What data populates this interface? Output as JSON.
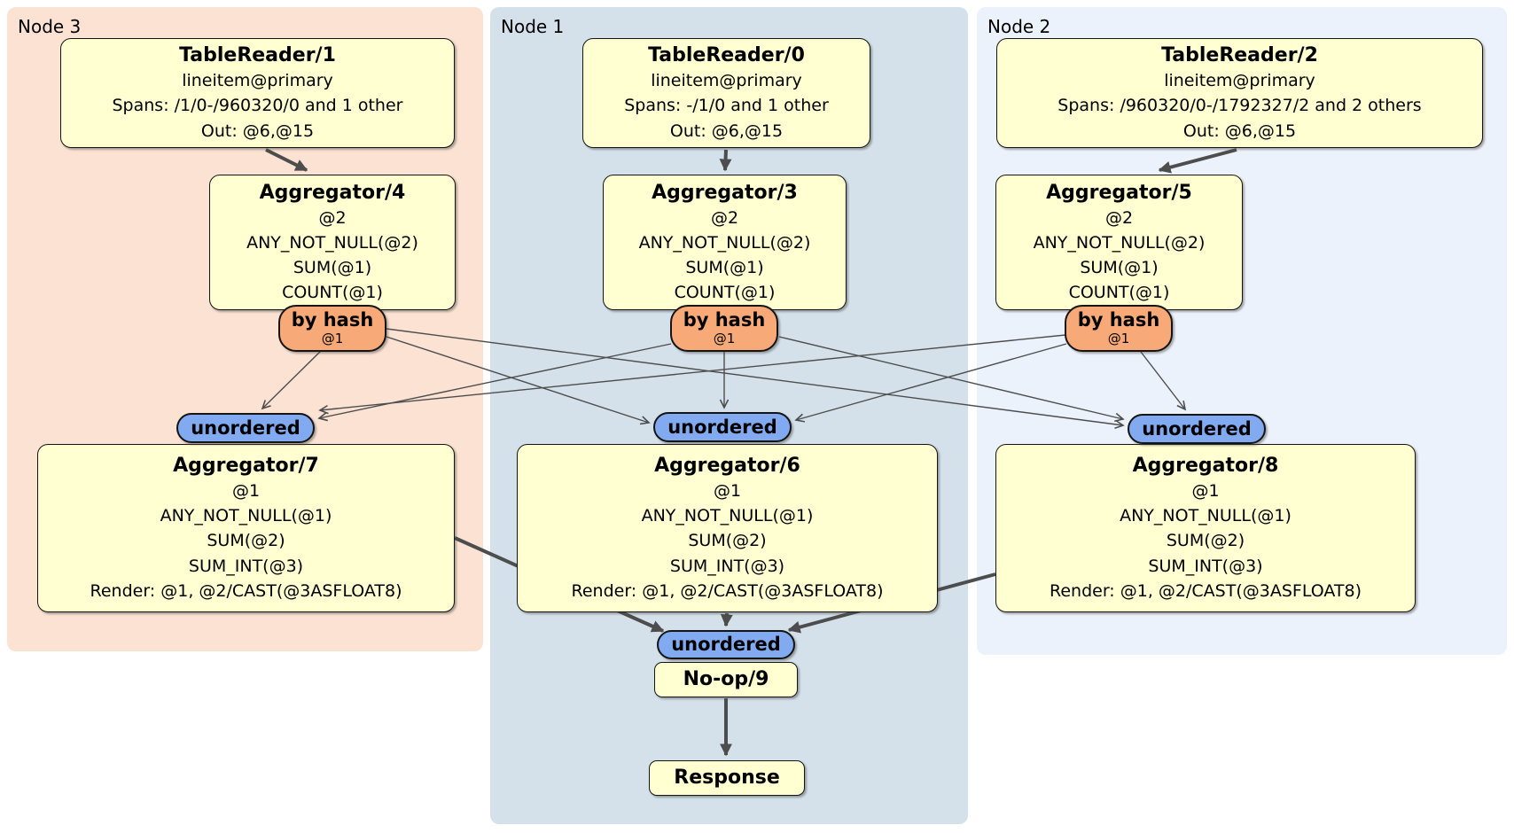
{
  "regions": {
    "node3": {
      "label": "Node 3"
    },
    "node1": {
      "label": "Node 1"
    },
    "node2": {
      "label": "Node 2"
    }
  },
  "processors": {
    "tr1": {
      "title": "TableReader/1",
      "lines": [
        "lineitem@primary",
        "Spans: /1/0-/960320/0 and 1 other",
        "Out: @6,@15"
      ]
    },
    "tr0": {
      "title": "TableReader/0",
      "lines": [
        "lineitem@primary",
        "Spans: -/1/0 and 1 other",
        "Out: @6,@15"
      ]
    },
    "tr2": {
      "title": "TableReader/2",
      "lines": [
        "lineitem@primary",
        "Spans: /960320/0-/1792327/2 and 2 others",
        "Out: @6,@15"
      ]
    },
    "agg4": {
      "title": "Aggregator/4",
      "lines": [
        "@2",
        "ANY_NOT_NULL(@2)",
        "SUM(@1)",
        "COUNT(@1)"
      ]
    },
    "agg3": {
      "title": "Aggregator/3",
      "lines": [
        "@2",
        "ANY_NOT_NULL(@2)",
        "SUM(@1)",
        "COUNT(@1)"
      ]
    },
    "agg5": {
      "title": "Aggregator/5",
      "lines": [
        "@2",
        "ANY_NOT_NULL(@2)",
        "SUM(@1)",
        "COUNT(@1)"
      ]
    },
    "agg7": {
      "title": "Aggregator/7",
      "lines": [
        "@1",
        "ANY_NOT_NULL(@1)",
        "SUM(@2)",
        "SUM_INT(@3)",
        "Render: @1, @2/CAST(@3ASFLOAT8)"
      ]
    },
    "agg6": {
      "title": "Aggregator/6",
      "lines": [
        "@1",
        "ANY_NOT_NULL(@1)",
        "SUM(@2)",
        "SUM_INT(@3)",
        "Render: @1, @2/CAST(@3ASFLOAT8)"
      ]
    },
    "agg8": {
      "title": "Aggregator/8",
      "lines": [
        "@1",
        "ANY_NOT_NULL(@1)",
        "SUM(@2)",
        "SUM_INT(@3)",
        "Render: @1, @2/CAST(@3ASFLOAT8)"
      ]
    },
    "noop": {
      "title": "No-op/9"
    },
    "response": {
      "title": "Response"
    }
  },
  "routers": {
    "r4": {
      "label": "by hash",
      "detail": "@1"
    },
    "r3": {
      "label": "by hash",
      "detail": "@1"
    },
    "r5": {
      "label": "by hash",
      "detail": "@1"
    }
  },
  "syncs": {
    "s7": {
      "label": "unordered"
    },
    "s6": {
      "label": "unordered"
    },
    "s8": {
      "label": "unordered"
    },
    "s9": {
      "label": "unordered"
    }
  },
  "colors": {
    "region_node3_bg": "#fbe2d2",
    "region_node1_bg": "#d4e1ea",
    "region_node2_bg": "#ecf2fb",
    "processor_bg": "#ffffd1",
    "router_bg": "#f7a978",
    "sync_bg": "#82aaf0",
    "edge": "#4d4d4d",
    "border": "#141414"
  }
}
